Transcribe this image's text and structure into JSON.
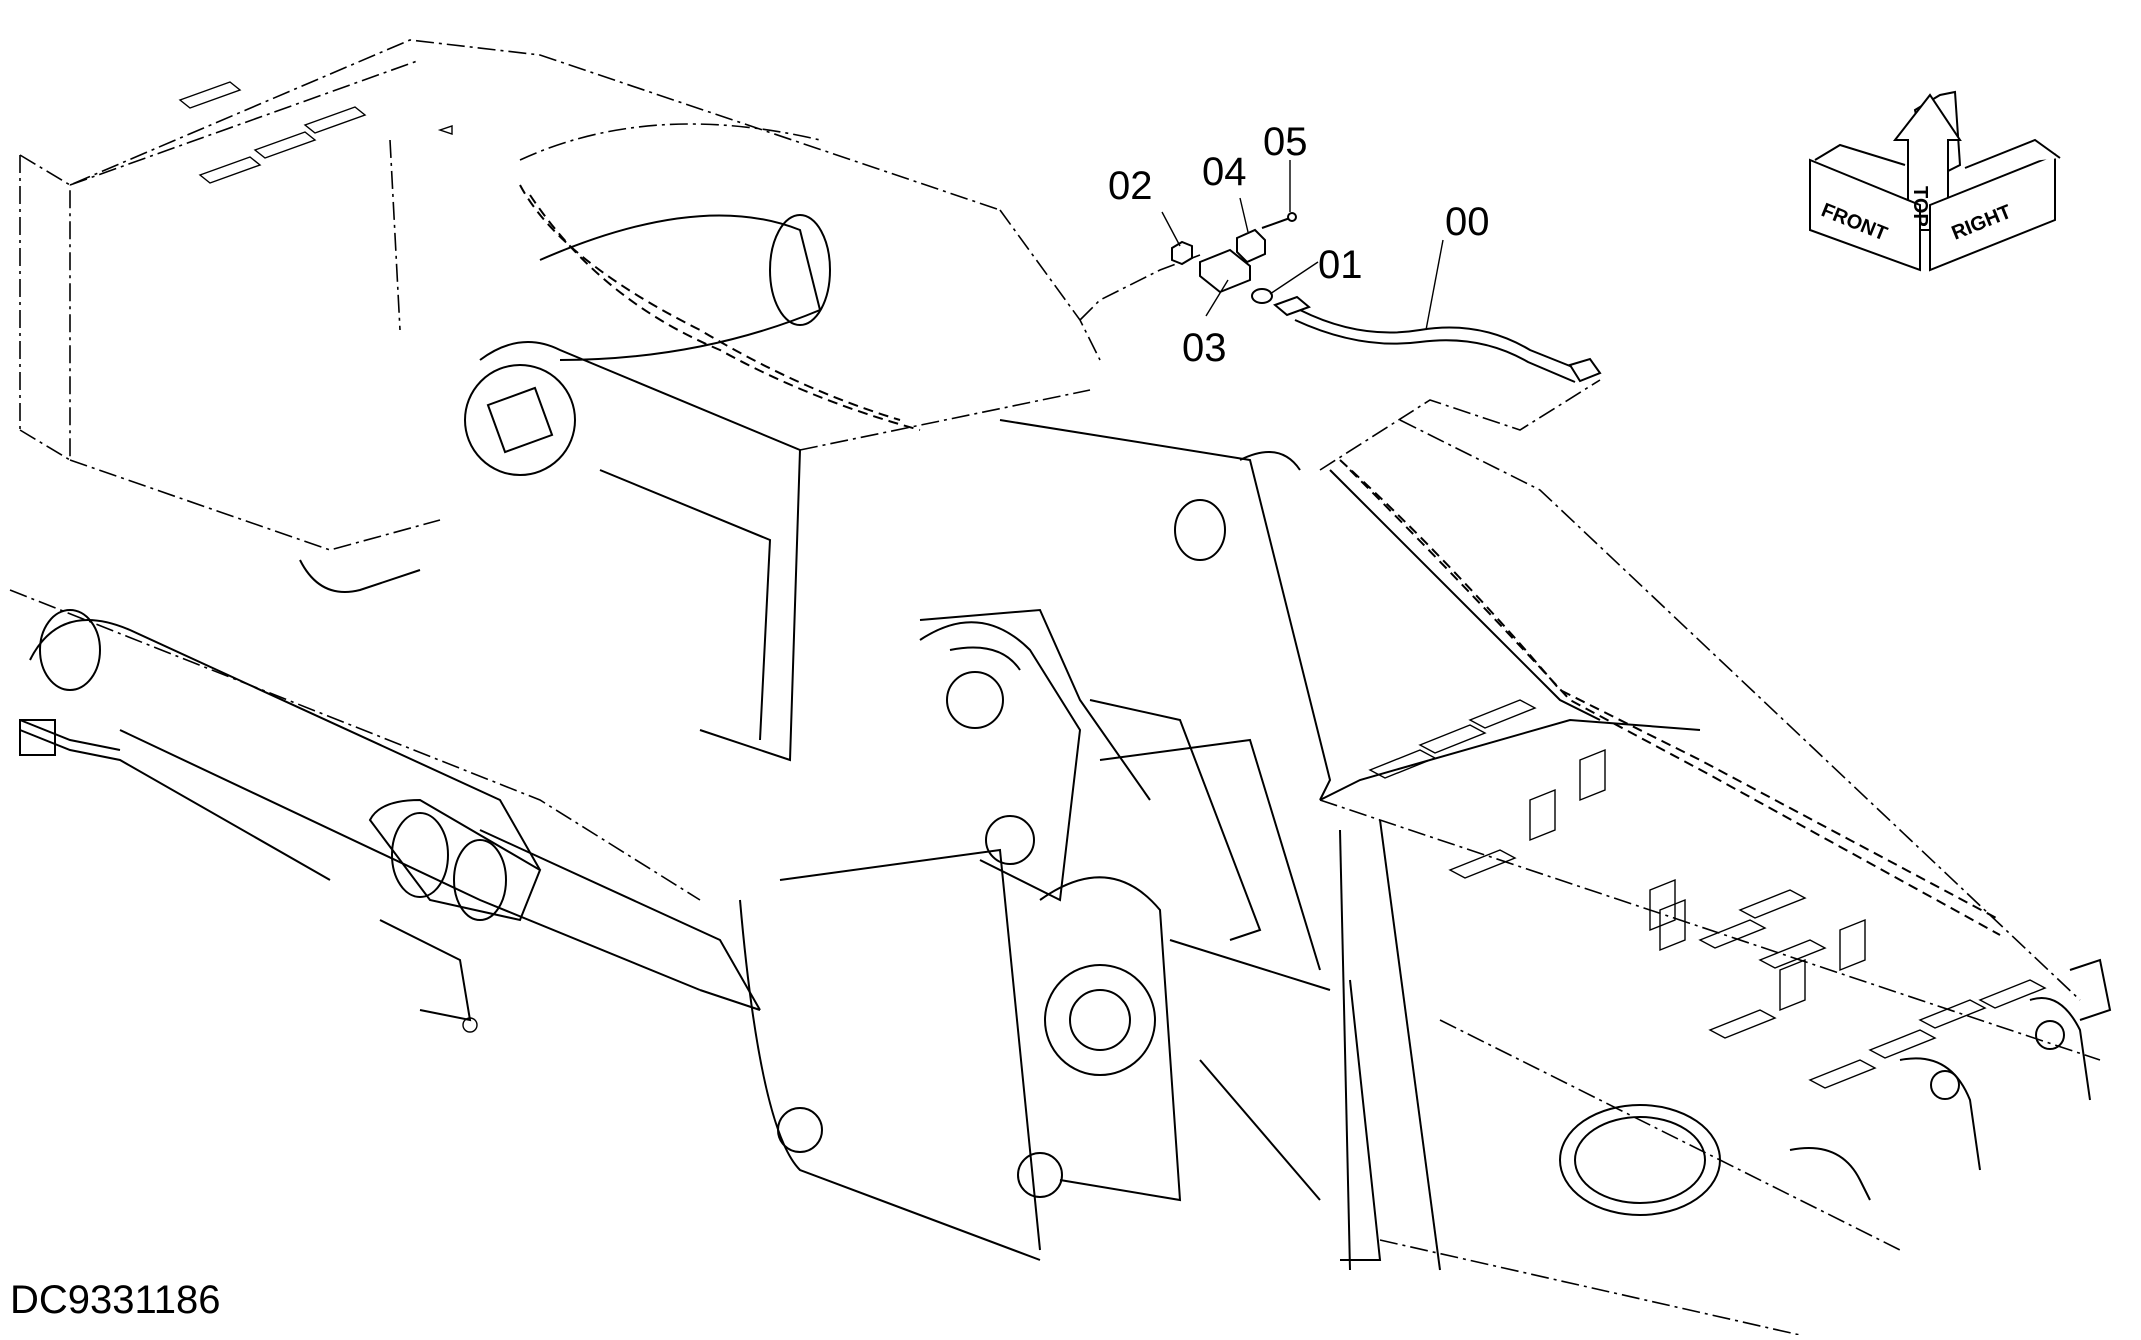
{
  "drawing": {
    "drawing_id": "DC9331186",
    "callouts": [
      "02",
      "04",
      "05",
      "00",
      "01",
      "03"
    ]
  },
  "orientation": {
    "top": "TOP",
    "front": "FRONT",
    "right": "RIGHT"
  }
}
